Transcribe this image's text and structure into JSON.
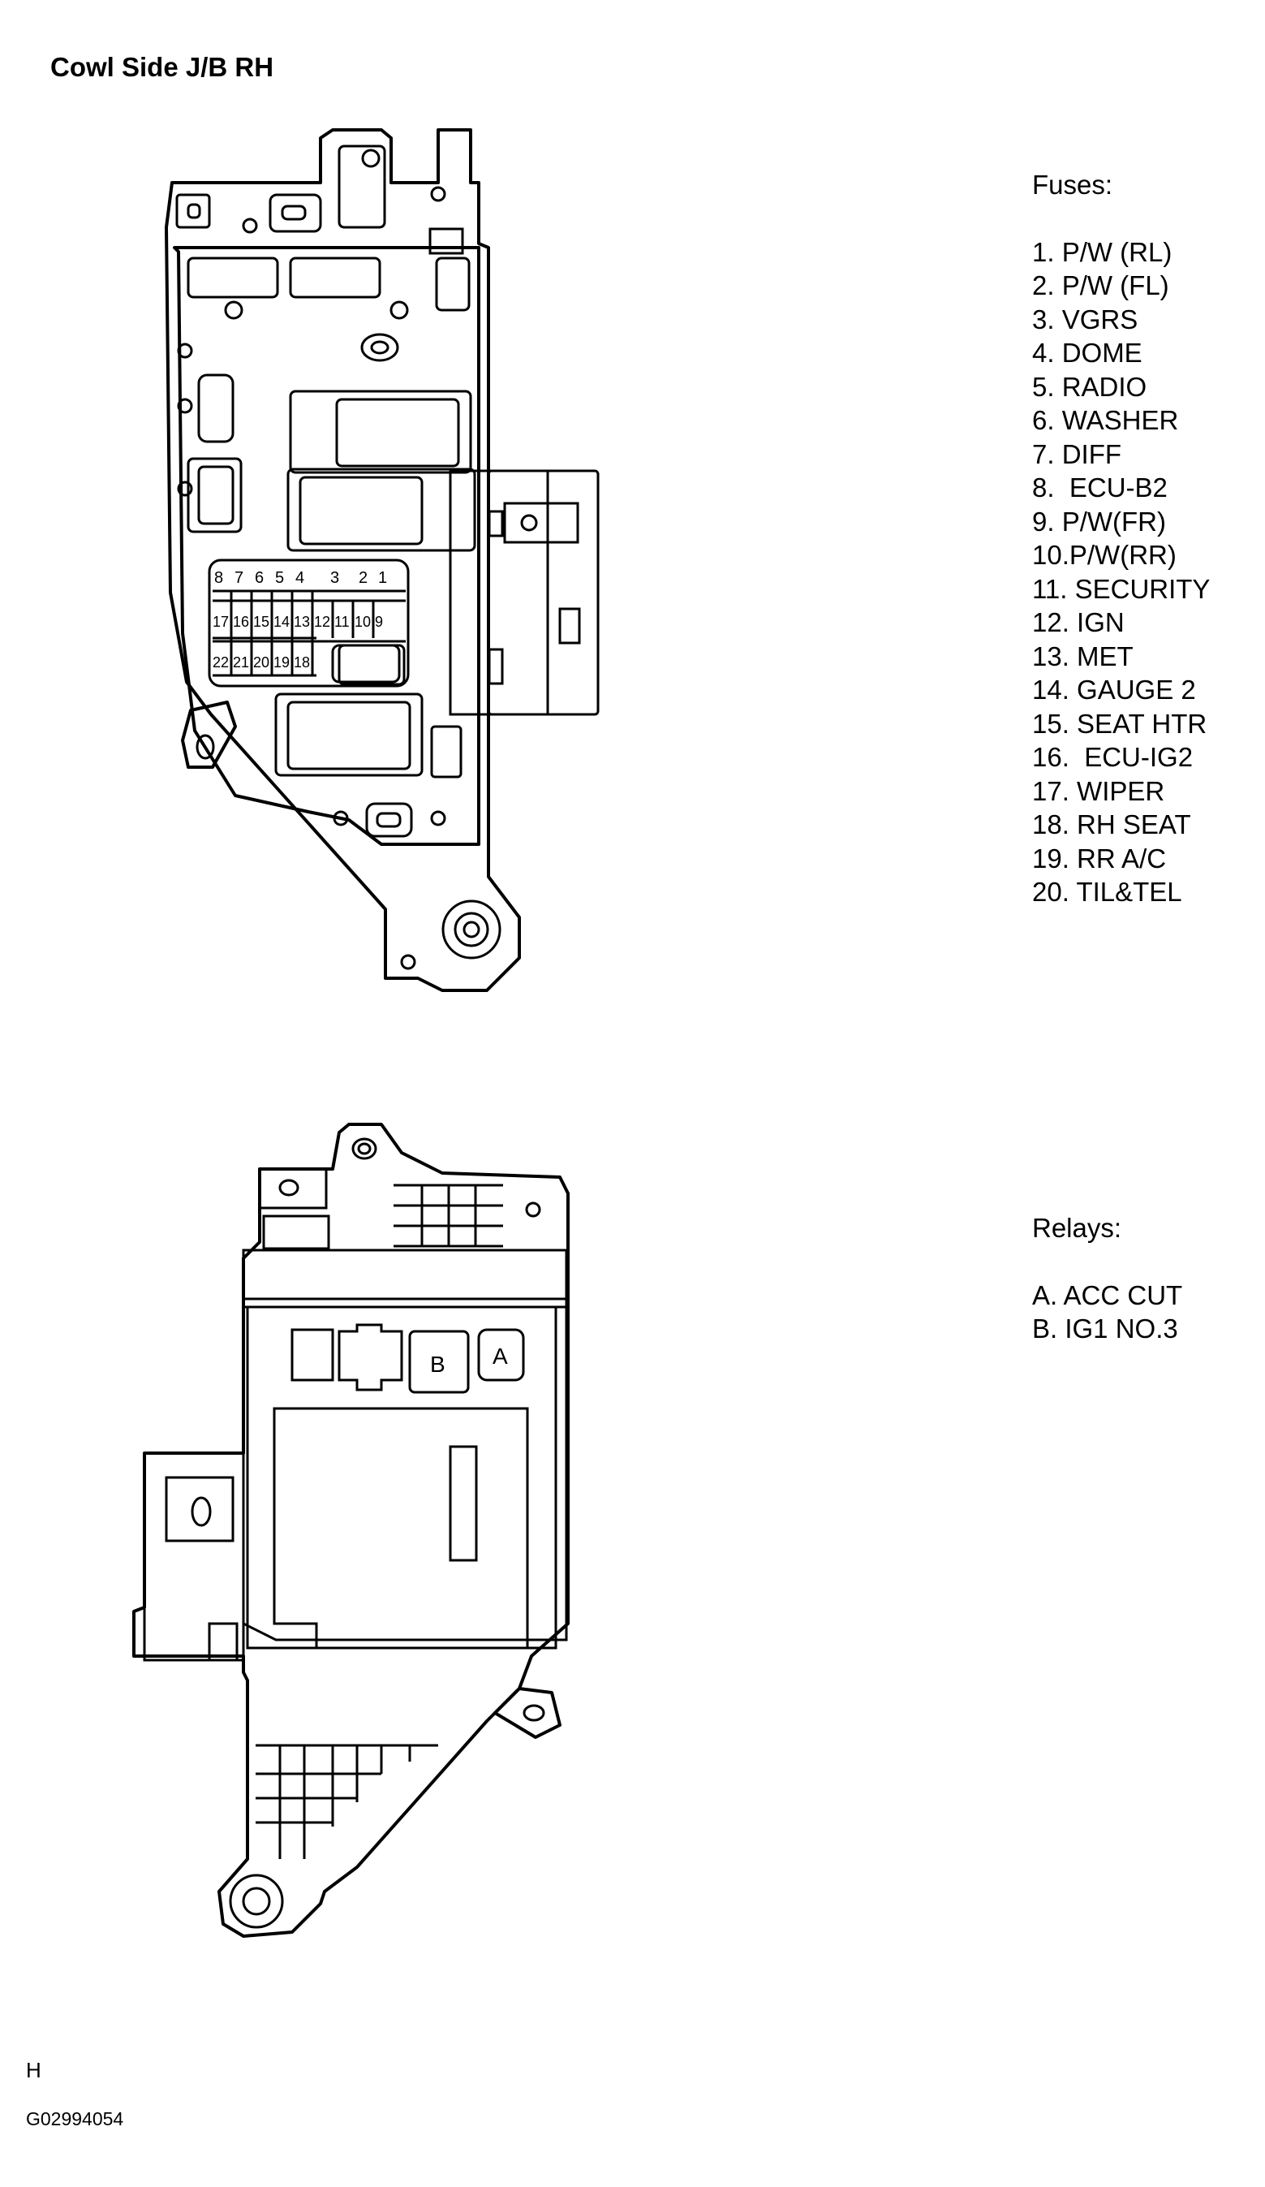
{
  "title": "Cowl Side J/B RH",
  "fuses": {
    "heading": "Fuses:",
    "items": [
      "1. P/W (RL)",
      "2. P/W (FL)",
      "3. VGRS",
      "4. DOME",
      "5. RADIO",
      "6. WASHER",
      "7. DIFF",
      "8.  ECU-B2",
      "9. P/W(FR)",
      "10.P/W(RR)",
      "11. SECURITY",
      "12. IGN",
      "13. MET",
      "14. GAUGE 2",
      "15. SEAT HTR",
      "16.  ECU-IG2",
      "17. WIPER",
      "18. RH SEAT",
      "19. RR A/C",
      "20. TIL&TEL"
    ]
  },
  "relays": {
    "heading": "Relays:",
    "items": [
      "A. ACC CUT",
      "B. IG1 NO.3"
    ]
  },
  "diagram": {
    "fuse_row_top": [
      "8",
      "7",
      "6",
      "5",
      "4",
      "3",
      "2",
      "1"
    ],
    "fuse_row_mid": [
      "17",
      "16",
      "15",
      "14",
      "13",
      "12",
      "11",
      "10",
      "9"
    ],
    "fuse_row_bottom": [
      "22",
      "21",
      "20",
      "19",
      "18"
    ],
    "relay_labels": [
      "B",
      "A"
    ]
  },
  "footer": {
    "letter": "H",
    "code": "G02994054"
  }
}
